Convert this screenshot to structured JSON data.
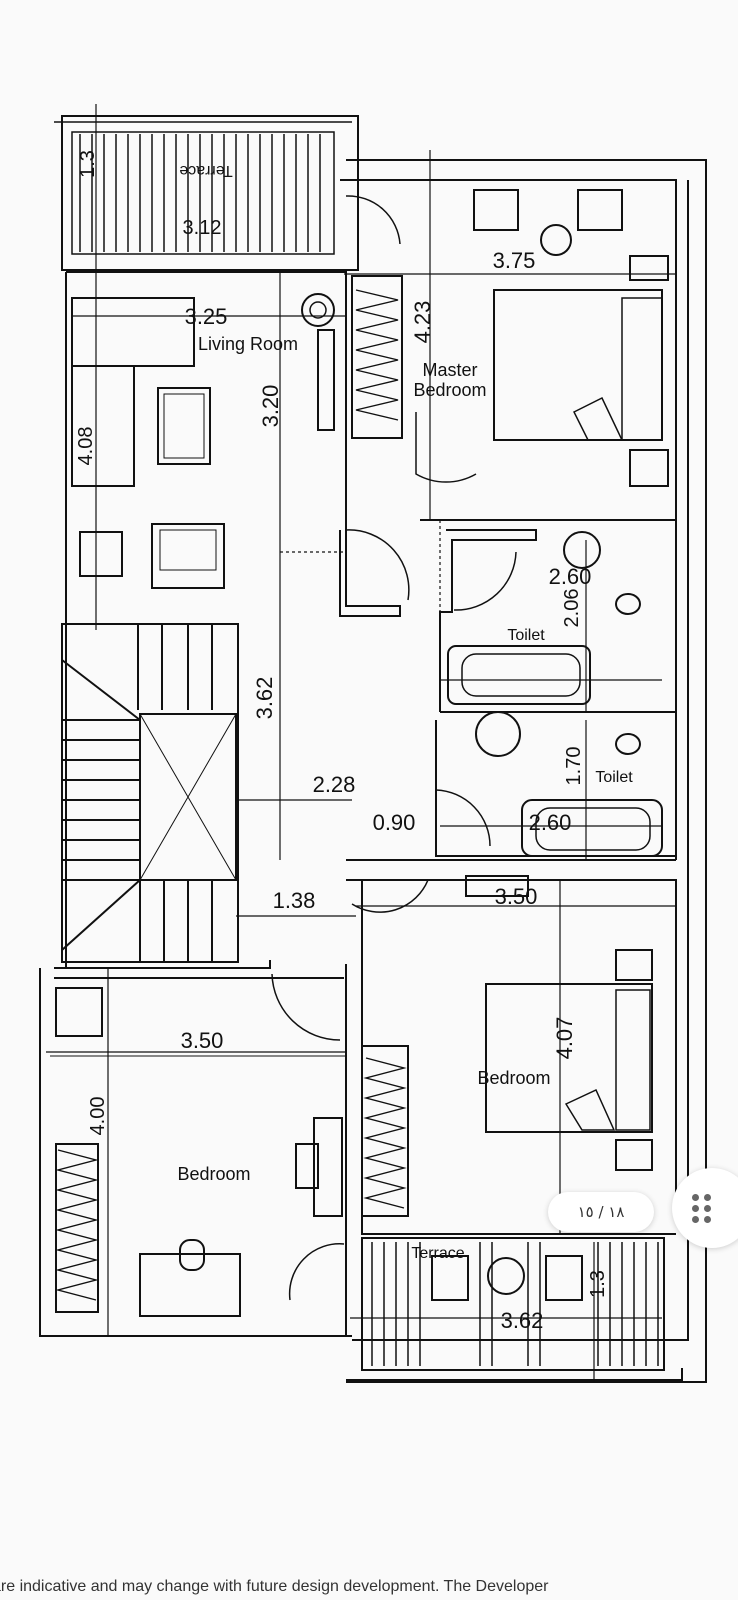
{
  "plan": {
    "rooms": {
      "living_room": "Living\nRoom",
      "master_bedroom": "Master\nBedroom",
      "toilet_1": "Toilet",
      "toilet_2": "Toilet",
      "bedroom_1": "Bedroom",
      "bedroom_2": "Bedroom",
      "terrace_top": "Terrace",
      "terrace_bottom": "Terrace"
    },
    "dimensions": {
      "terrace_top_width": "3.12",
      "terrace_top_depth": "1.3",
      "master_bedroom_width": "3.75",
      "living_room_width": "3.25",
      "living_room_height": "3.20",
      "living_room_side": "4.08",
      "master_bedroom_height": "4.23",
      "toilet_1_width": "2.60",
      "toilet_1_height": "2.06",
      "hall_height": "3.62",
      "hall_width": "2.28",
      "door_width": "0.90",
      "toilet_2_width": "2.60",
      "toilet_2_height": "1.70",
      "landing_width": "1.38",
      "bedroom_2_width": "3.50",
      "bedroom_2_height": "4.07",
      "bedroom_1_width": "3.50",
      "bedroom_1_height": "4.00",
      "terrace_bottom_width": "3.62",
      "terrace_bottom_depth": "1.3"
    }
  },
  "pager": {
    "label": "١٨ / ١٥"
  },
  "menu": {
    "icon": "more-dots-icon"
  },
  "footer": {
    "disclaimer": "are indicative and may change with future design development. The Developer"
  }
}
